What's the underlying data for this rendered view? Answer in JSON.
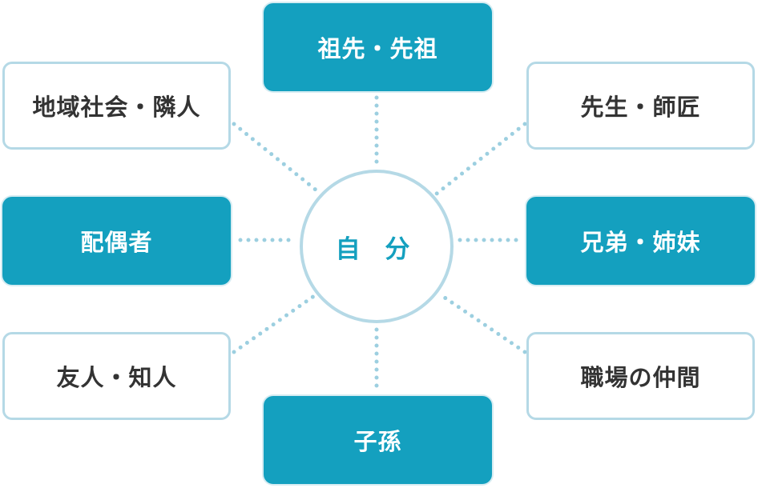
{
  "center": {
    "label": "自 分"
  },
  "nodes": {
    "ancestors": {
      "label": "祖先・先祖",
      "style": "filled"
    },
    "teachers": {
      "label": "先生・師匠",
      "style": "outline"
    },
    "siblings": {
      "label": "兄弟・姉妹",
      "style": "filled"
    },
    "coworkers": {
      "label": "職場の仲間",
      "style": "outline"
    },
    "descendants": {
      "label": "子孫",
      "style": "filled"
    },
    "friends": {
      "label": "友人・知人",
      "style": "outline"
    },
    "spouse": {
      "label": "配偶者",
      "style": "filled"
    },
    "community": {
      "label": "地域社会・隣人",
      "style": "outline"
    }
  },
  "colors": {
    "accent": "#14a0bf",
    "outline_border": "#b5d9e6",
    "connector": "#9ccfe0",
    "dark_text": "#333333"
  }
}
